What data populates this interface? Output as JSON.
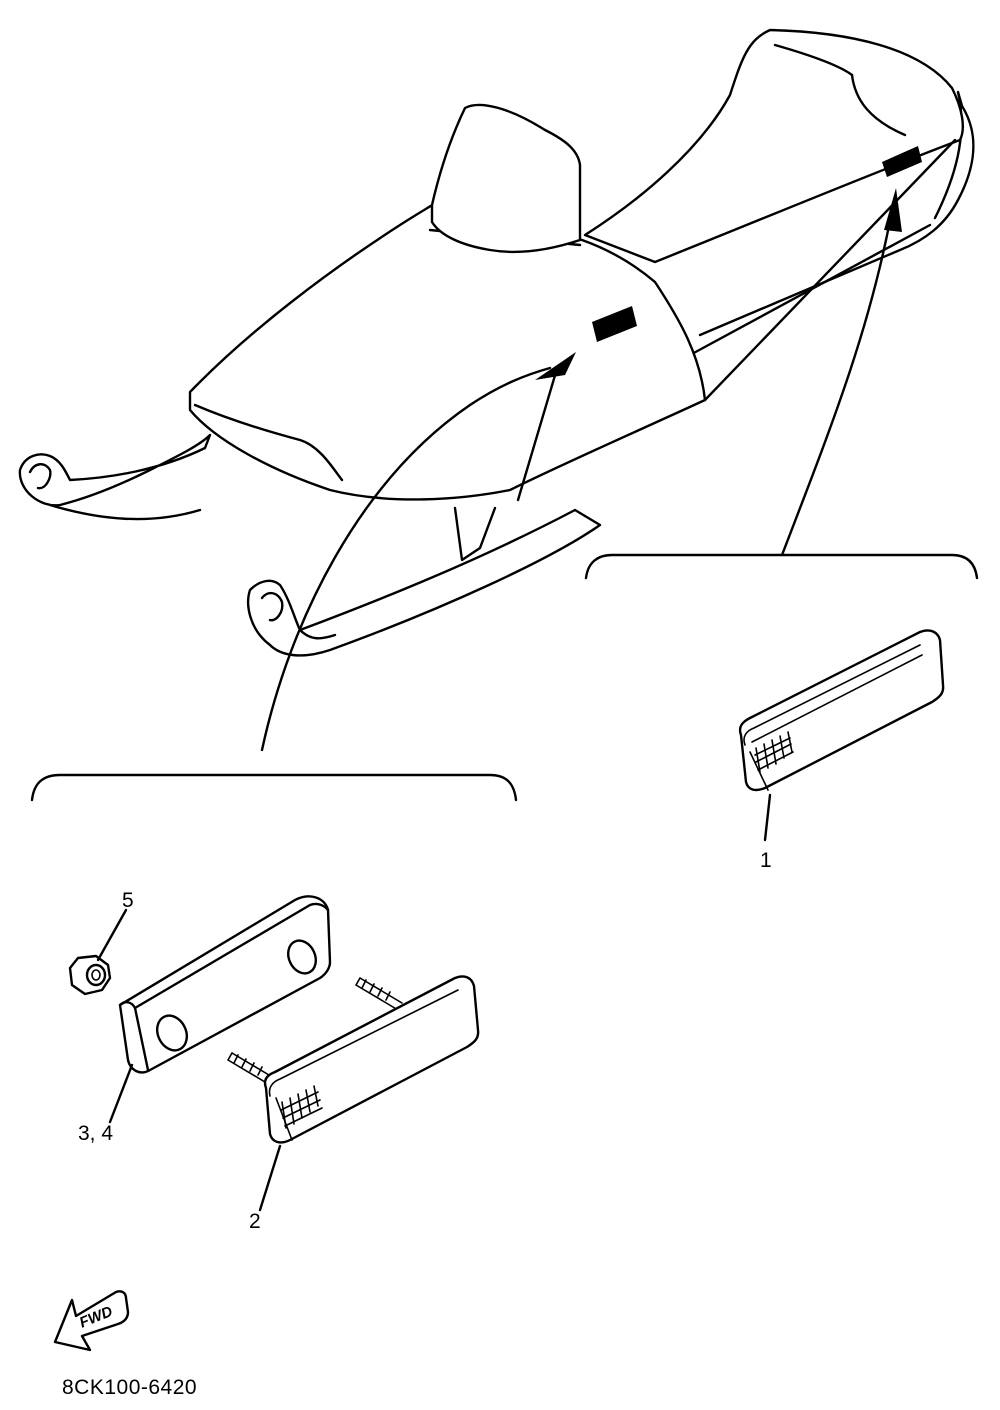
{
  "callouts": {
    "part_1": "1",
    "part_2": "2",
    "part_3_4": "3, 4",
    "part_5": "5"
  },
  "direction_arrow": {
    "label": "FWD",
    "icon": "fwd-arrow-icon"
  },
  "diagram_code": "8CK100-6420"
}
